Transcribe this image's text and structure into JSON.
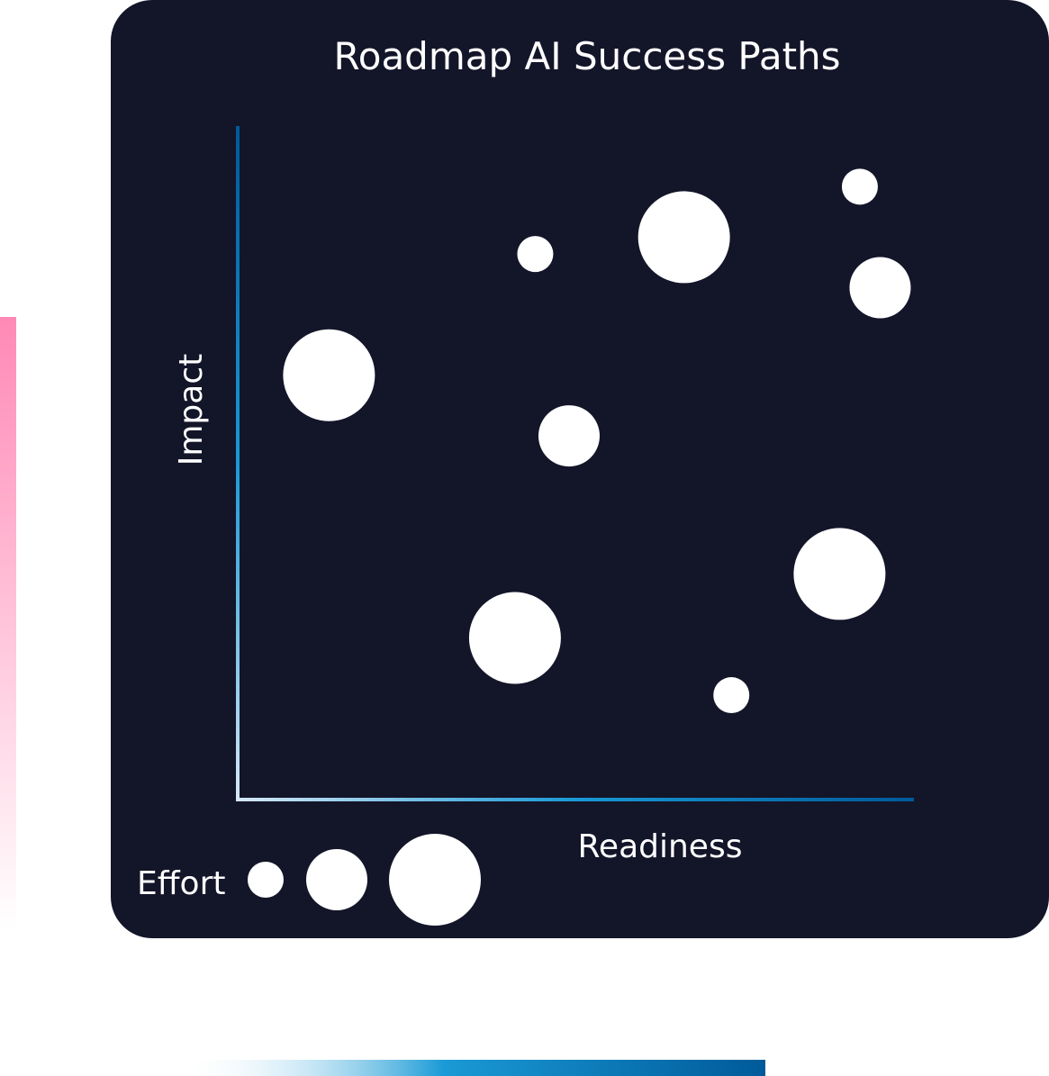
{
  "chart_data": {
    "type": "scatter",
    "title": "Roadmap AI Success Paths",
    "xlabel": "Readiness",
    "ylabel": "Impact",
    "size_label": "Effort",
    "xlim": [
      0,
      100
    ],
    "ylim": [
      0,
      100
    ],
    "grid": false,
    "effort_levels": [
      1,
      2,
      3
    ],
    "points": [
      {
        "x": 44,
        "y": 81,
        "effort": 1
      },
      {
        "x": 66,
        "y": 83.5,
        "effort": 3
      },
      {
        "x": 92,
        "y": 91,
        "effort": 1
      },
      {
        "x": 95,
        "y": 76,
        "effort": 2
      },
      {
        "x": 13.5,
        "y": 63,
        "effort": 3
      },
      {
        "x": 49,
        "y": 54,
        "effort": 2
      },
      {
        "x": 89,
        "y": 33.5,
        "effort": 3
      },
      {
        "x": 41,
        "y": 24,
        "effort": 3
      },
      {
        "x": 73,
        "y": 15.5,
        "effort": 1
      }
    ],
    "colors": {
      "background": "#131529",
      "bubble": "#ffffff",
      "axis_dark": "#005a9a",
      "axis_mid": "#1a9ad6",
      "axis_light": "#d6e8f6",
      "accent_pink": "#ff89b5"
    }
  }
}
